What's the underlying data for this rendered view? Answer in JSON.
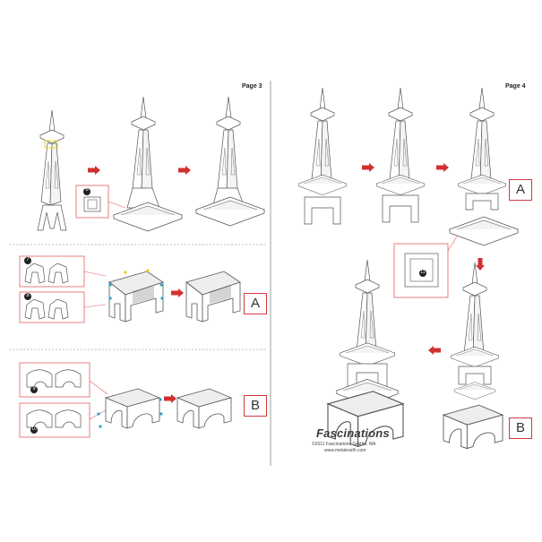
{
  "pages": {
    "left_label": "Page 3",
    "right_label": "Page 4"
  },
  "steps": {
    "s6": "6",
    "s7": "7",
    "s8": "8",
    "s9": "9",
    "s10": "10",
    "s11": "11"
  },
  "assembly_labels": {
    "a_left": "A",
    "b_left": "B",
    "a_right": "A",
    "b_right": "B"
  },
  "footer": {
    "brand": "Fascinations",
    "copyright": "©2011 Fascinations Seattle, WA",
    "website": "www.metalearth.com"
  },
  "colors": {
    "line": "#555555",
    "arrow": "#d23030",
    "callout": "#e06060",
    "tab": "#e8d000",
    "joint": "#2aa6c8"
  }
}
